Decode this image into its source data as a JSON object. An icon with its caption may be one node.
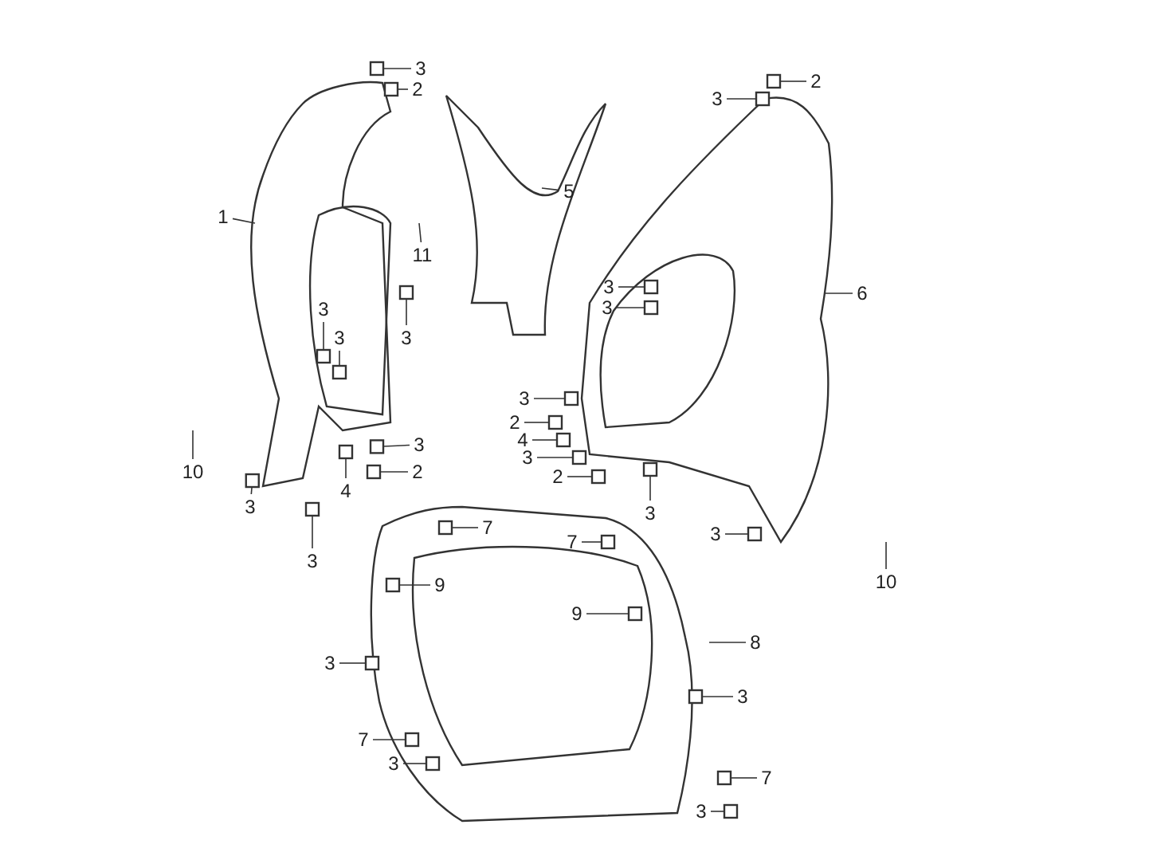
{
  "diagram": {
    "nodes": [
      {
        "text": [
          "2"
        ]
      },
      {
        "text": [
          "3"
        ]
      },
      {
        "text": [
          "2"
        ]
      },
      {
        "text": [
          "3"
        ]
      },
      {
        "text": [
          "5"
        ]
      },
      {
        "text": [
          "1"
        ]
      },
      {
        "text": [
          "11"
        ]
      },
      {
        "text": [
          "6"
        ]
      },
      {
        "text": [
          "3"
        ]
      },
      {
        "text": [
          "3"
        ]
      },
      {
        "text": [
          "3"
        ]
      },
      {
        "text": [
          "3"
        ]
      },
      {
        "text": [
          "3"
        ]
      },
      {
        "text": [
          "3"
        ]
      },
      {
        "text": [
          "2"
        ]
      },
      {
        "text": [
          "4"
        ]
      },
      {
        "text": [
          "3"
        ]
      },
      {
        "text": [
          "3"
        ]
      },
      {
        "text": [
          "2"
        ]
      },
      {
        "text": [
          "2"
        ]
      },
      {
        "text": [
          "4"
        ]
      },
      {
        "text": [
          "10"
        ]
      },
      {
        "text": [
          "3"
        ]
      },
      {
        "text": [
          "10"
        ]
      },
      {
        "text": [
          "3"
        ]
      },
      {
        "text": [
          "7"
        ]
      },
      {
        "text": [
          "3"
        ]
      },
      {
        "text": [
          "3"
        ]
      },
      {
        "text": [
          "7"
        ]
      },
      {
        "text": [
          "9"
        ]
      },
      {
        "text": [
          "9"
        ]
      },
      {
        "text": [
          "8"
        ]
      },
      {
        "text": [
          "3"
        ]
      },
      {
        "text": [
          "3"
        ]
      },
      {
        "text": [
          "7"
        ]
      },
      {
        "text": [
          "3"
        ]
      },
      {
        "text": [
          "7"
        ]
      },
      {
        "text": [
          "3"
        ]
      },
      {
        "text": [],
        "shape": "box"
      },
      {
        "text": [],
        "shape": "box"
      },
      {
        "text": [],
        "shape": "box"
      },
      {
        "text": [],
        "shape": "box"
      },
      {
        "text": [],
        "shape": "box"
      },
      {
        "text": [],
        "shape": "box"
      },
      {
        "text": [],
        "shape": "box"
      },
      {
        "text": [],
        "shape": "box"
      },
      {
        "text": [],
        "shape": "box"
      },
      {
        "text": [],
        "shape": "box"
      },
      {
        "text": [],
        "shape": "box"
      },
      {
        "text": [],
        "shape": "box"
      },
      {
        "text": [],
        "shape": "box"
      },
      {
        "text": [],
        "shape": "box"
      },
      {
        "text": [],
        "shape": "box"
      },
      {
        "text": [],
        "shape": "box"
      },
      {
        "text": [],
        "shape": "box"
      },
      {
        "text": [],
        "shape": "box"
      },
      {
        "text": [],
        "shape": "box"
      },
      {
        "text": [],
        "shape": "box"
      },
      {
        "text": [],
        "shape": "box"
      },
      {
        "text": [],
        "shape": "box"
      },
      {
        "text": [],
        "shape": "box"
      },
      {
        "text": [],
        "shape": "box"
      },
      {
        "text": [],
        "shape": "box"
      },
      {
        "text": [],
        "shape": "box"
      },
      {
        "text": [],
        "shape": "box"
      },
      {
        "text": [],
        "shape": "box"
      },
      {
        "text": [],
        "shape": "box"
      },
      {
        "text": [],
        "shape": "box"
      },
      {
        "text": [],
        "shape": "box"
      }
    ],
    "edges": [
      {
        "from": 0,
        "to": 38,
        "arrow": "none"
      },
      {
        "from": 1,
        "to": 39,
        "arrow": "none"
      },
      {
        "from": 2,
        "to": 40,
        "arrow": "none"
      },
      {
        "from": 3,
        "to": 41,
        "arrow": "none"
      },
      {
        "from": 4,
        "to": null,
        "arrow": "none"
      },
      {
        "from": 5,
        "to": null,
        "arrow": "none"
      },
      {
        "from": 6,
        "to": null,
        "arrow": "none"
      },
      {
        "from": 7,
        "to": null,
        "arrow": "none"
      },
      {
        "from": 8,
        "to": 42,
        "arrow": "none"
      },
      {
        "from": 9,
        "to": 43,
        "arrow": "none"
      },
      {
        "from": 10,
        "to": 44,
        "arrow": "none"
      },
      {
        "from": 11,
        "to": 45,
        "arrow": "none"
      },
      {
        "from": 12,
        "to": 46,
        "arrow": "none"
      },
      {
        "from": 13,
        "to": 47,
        "arrow": "none"
      },
      {
        "from": 14,
        "to": 48,
        "arrow": "none"
      },
      {
        "from": 15,
        "to": 49,
        "arrow": "none"
      },
      {
        "from": 16,
        "to": 50,
        "arrow": "none"
      },
      {
        "from": 17,
        "to": 51,
        "arrow": "none"
      },
      {
        "from": 18,
        "to": 52,
        "arrow": "none"
      },
      {
        "from": 19,
        "to": 53,
        "arrow": "none"
      },
      {
        "from": 20,
        "to": 54,
        "arrow": "none"
      },
      {
        "from": 21,
        "to": null,
        "arrow": "none"
      },
      {
        "from": 22,
        "to": 55,
        "arrow": "none"
      },
      {
        "from": 23,
        "to": null,
        "arrow": "none"
      },
      {
        "from": 24,
        "to": 56,
        "arrow": "none"
      },
      {
        "from": 25,
        "to": 57,
        "arrow": "none"
      },
      {
        "from": 26,
        "to": 58,
        "arrow": "none"
      },
      {
        "from": 27,
        "to": 59,
        "arrow": "none"
      },
      {
        "from": 28,
        "to": 60,
        "arrow": "none"
      },
      {
        "from": 29,
        "to": 61,
        "arrow": "none"
      },
      {
        "from": 30,
        "to": 62,
        "arrow": "none"
      },
      {
        "from": 31,
        "to": null,
        "arrow": "none"
      },
      {
        "from": 32,
        "to": 63,
        "arrow": "none"
      },
      {
        "from": 33,
        "to": 64,
        "arrow": "none"
      },
      {
        "from": 34,
        "to": 65,
        "arrow": "none"
      },
      {
        "from": 35,
        "to": 66,
        "arrow": "none"
      },
      {
        "from": 36,
        "to": 67,
        "arrow": "none"
      },
      {
        "from": 37,
        "to": 68,
        "arrow": "none"
      }
    ]
  }
}
